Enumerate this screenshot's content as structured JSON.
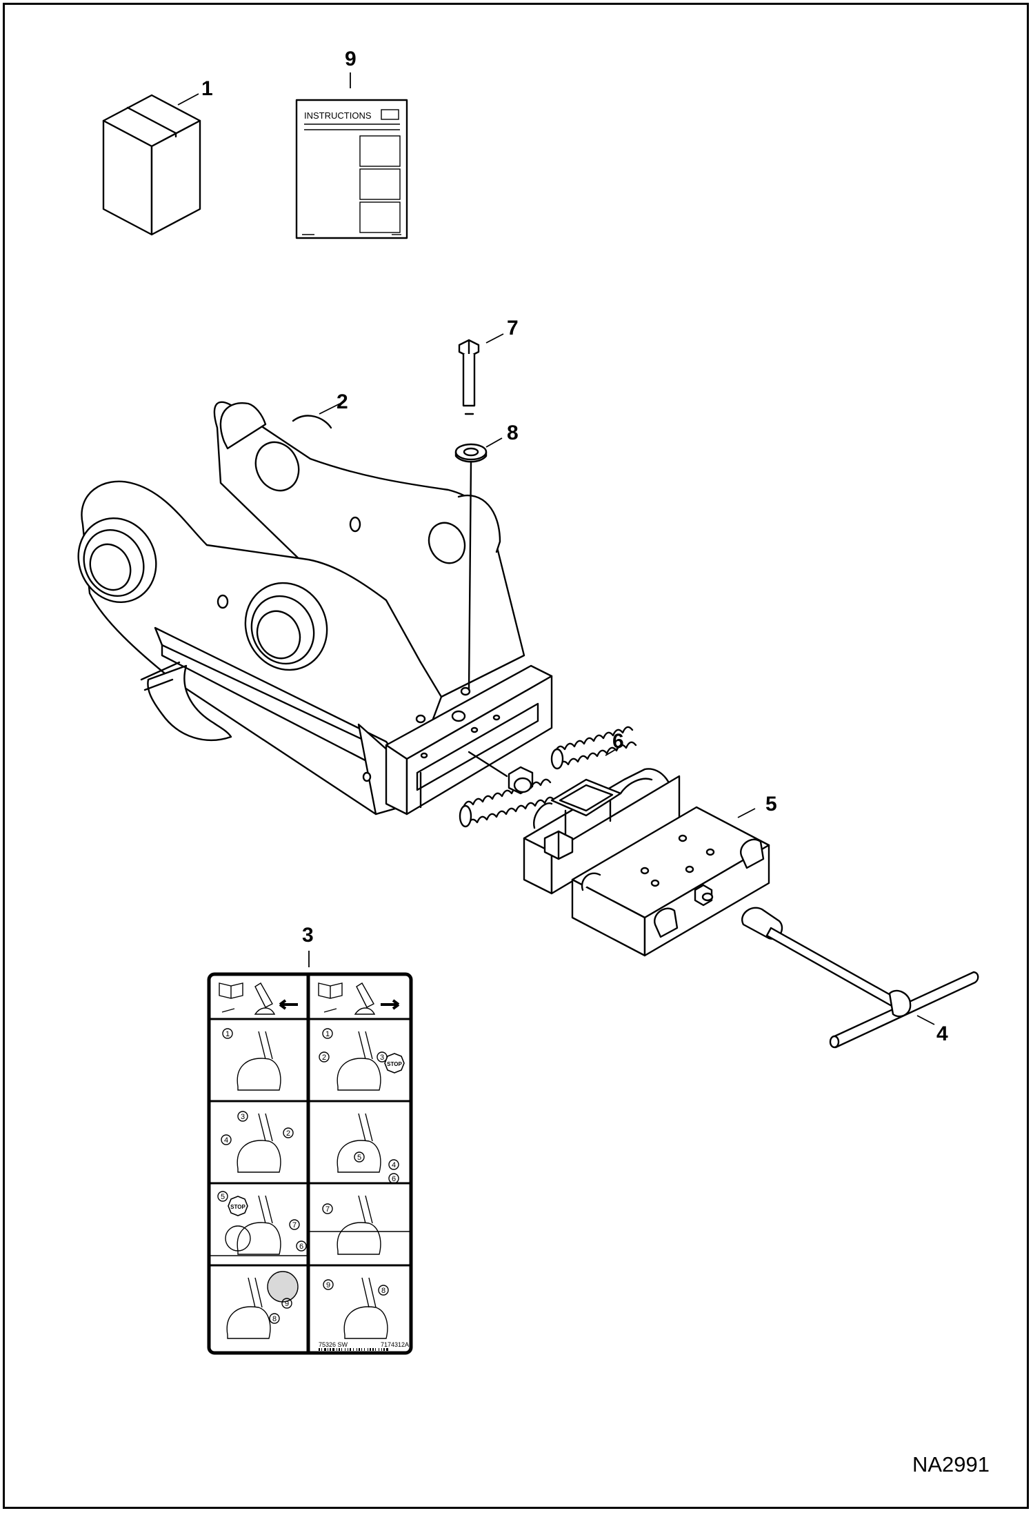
{
  "drawing_id": "NA2991",
  "instruction_sheet_heading": "INSTRUCTIONS",
  "decal": {
    "left_code": "75326 SW",
    "right_code": "7174312A",
    "step_numbers": [
      "1",
      "2",
      "3",
      "4",
      "5",
      "6",
      "7",
      "8",
      "9"
    ],
    "stop_label": "STOP"
  },
  "callouts": [
    {
      "id": "1",
      "part": "box"
    },
    {
      "id": "2",
      "part": "coupler-frame"
    },
    {
      "id": "3",
      "part": "decal"
    },
    {
      "id": "4",
      "part": "t-handle-wrench"
    },
    {
      "id": "5",
      "part": "wedge-block"
    },
    {
      "id": "6",
      "part": "spring-wedge"
    },
    {
      "id": "7",
      "part": "bolt"
    },
    {
      "id": "8",
      "part": "washer"
    },
    {
      "id": "9",
      "part": "instruction-sheet"
    }
  ]
}
